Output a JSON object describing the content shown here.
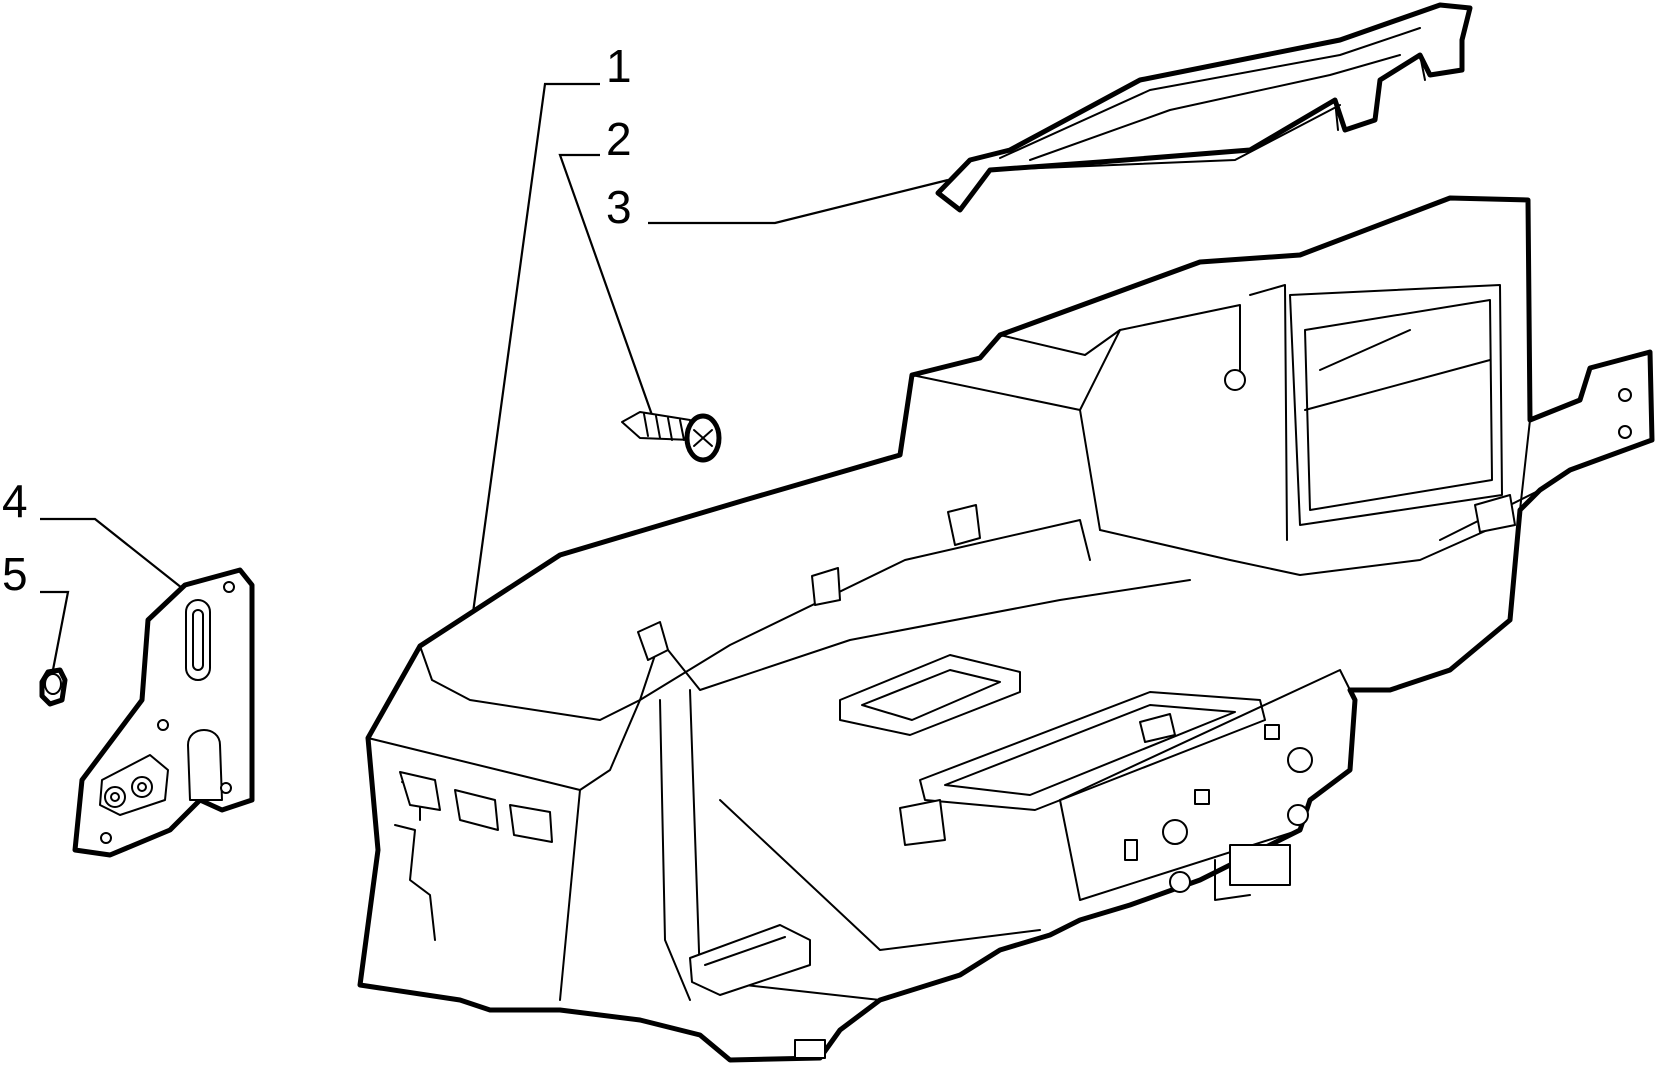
{
  "callouts": [
    {
      "id": "1",
      "label": "1"
    },
    {
      "id": "2",
      "label": "2"
    },
    {
      "id": "3",
      "label": "3"
    },
    {
      "id": "4",
      "label": "4"
    },
    {
      "id": "5",
      "label": "5"
    }
  ],
  "parts": [
    {
      "callout": "1",
      "icon": "heater-housing"
    },
    {
      "callout": "2",
      "icon": "screw"
    },
    {
      "callout": "3",
      "icon": "cover-frame"
    },
    {
      "callout": "4",
      "icon": "mounting-bracket"
    },
    {
      "callout": "5",
      "icon": "nut"
    }
  ]
}
